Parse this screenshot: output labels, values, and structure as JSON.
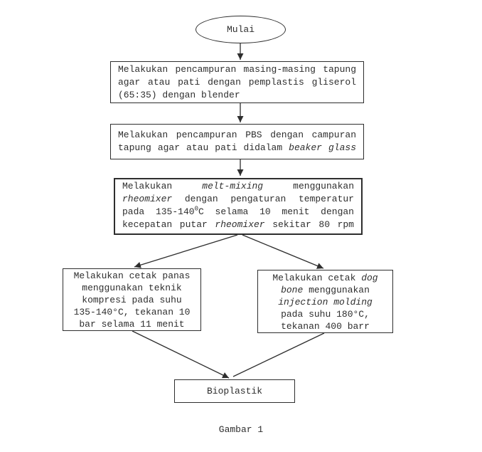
{
  "colors": {
    "ink": "#2e2e2e",
    "border": "#2e2e2e",
    "background": "#ffffff"
  },
  "figure": {
    "caption": "Gambar 1"
  },
  "flow": {
    "start": {
      "label": "Mulai"
    },
    "box_mix_glycerol": {
      "lines": [
        {
          "a": "j",
          "s": [
            {
              "t": "Melakukan pencampuran masing-masing tapung"
            }
          ]
        },
        {
          "a": "j",
          "s": [
            {
              "t": "agar atau pati dengan pemplastis gliserol"
            }
          ]
        },
        {
          "a": "l",
          "s": [
            {
              "t": "(65:35) dengan blender"
            }
          ]
        }
      ]
    },
    "box_mix_pbs": {
      "lines": [
        {
          "a": "j",
          "s": [
            {
              "t": "Melakukan pencampuran PBS dengan campuran"
            }
          ]
        },
        {
          "a": "j",
          "s": [
            {
              "t": "tapung agar atau pati didalam "
            },
            {
              "t": "beaker glass",
              "i": true
            }
          ]
        }
      ]
    },
    "box_melt_mixing": {
      "lines": [
        {
          "a": "j",
          "s": [
            {
              "t": "Melakukan "
            },
            {
              "t": "melt-mixing",
              "i": true
            },
            {
              "t": " menggunakan"
            }
          ]
        },
        {
          "a": "j",
          "s": [
            {
              "t": "rheomixer",
              "i": true
            },
            {
              "t": " dengan pengaturan temperatur"
            }
          ]
        },
        {
          "a": "j",
          "s": [
            {
              "t": "pada 135-140"
            },
            {
              "t": "0",
              "sup": true
            },
            {
              "t": "C selama 10 menit dengan"
            }
          ]
        },
        {
          "a": "j",
          "s": [
            {
              "t": "kecepatan putar "
            },
            {
              "t": "rheomixer",
              "i": true
            },
            {
              "t": " sekitar 80 rpm"
            }
          ]
        }
      ]
    },
    "box_compression": {
      "lines": [
        {
          "a": "c",
          "s": [
            {
              "t": "Melakukan cetak panas"
            }
          ]
        },
        {
          "a": "c",
          "s": [
            {
              "t": "menggunakan teknik"
            }
          ]
        },
        {
          "a": "c",
          "s": [
            {
              "t": "kompresi pada suhu"
            }
          ]
        },
        {
          "a": "c",
          "s": [
            {
              "t": "135-140°C, tekanan 10"
            }
          ]
        },
        {
          "a": "c",
          "s": [
            {
              "t": "bar selama 11 menit"
            }
          ]
        }
      ]
    },
    "box_injection": {
      "lines": [
        {
          "a": "c",
          "s": [
            {
              "t": "Melakukan cetak "
            },
            {
              "t": "dog",
              "i": true
            }
          ]
        },
        {
          "a": "c",
          "s": [
            {
              "t": "bone",
              "i": true
            },
            {
              "t": " menggunakan"
            }
          ]
        },
        {
          "a": "c",
          "s": [
            {
              "t": "injection molding",
              "i": true
            }
          ]
        },
        {
          "a": "c",
          "s": [
            {
              "t": "pada suhu 180°C,"
            }
          ]
        },
        {
          "a": "c",
          "s": [
            {
              "t": "tekanan 400 barr"
            }
          ]
        }
      ]
    },
    "box_result": {
      "label": "Bioplastik"
    }
  }
}
